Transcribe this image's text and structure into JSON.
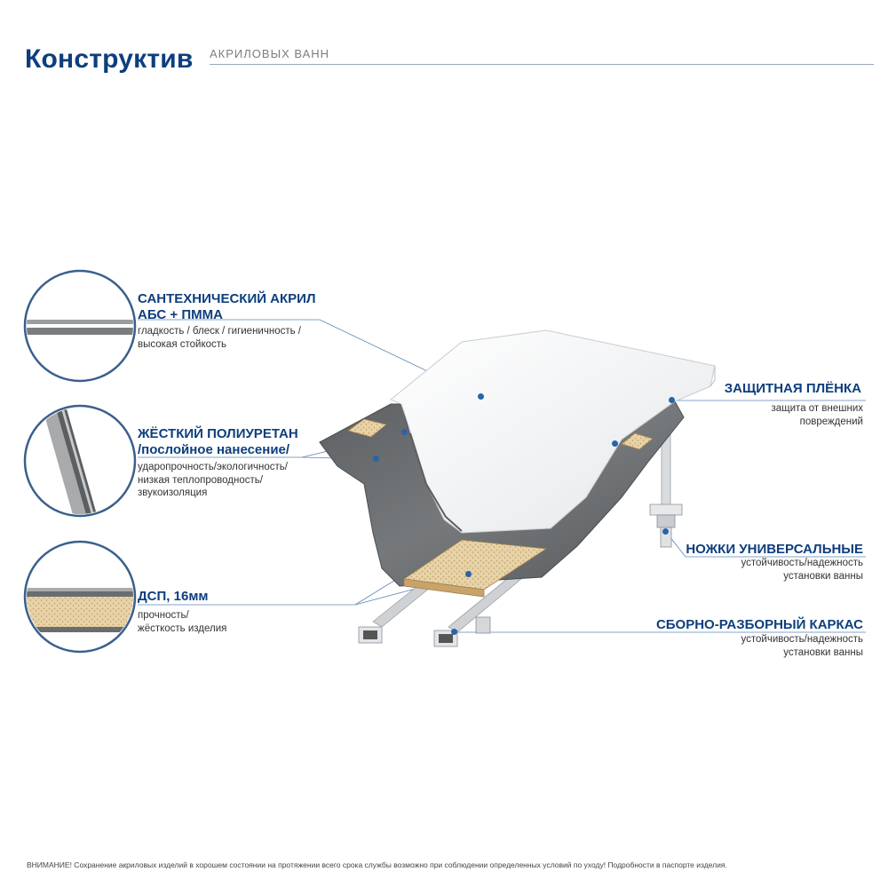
{
  "header": {
    "title": "Конструктив",
    "subtitle": "АКРИЛОВЫХ ВАНН"
  },
  "layers": [
    {
      "title_1": "САНТЕХНИЧЕСКИЙ АКРИЛ",
      "title_2": "АБС + ПММА",
      "desc_1": "гладкость / блеск / гигиеничность /",
      "desc_2": "высокая стойкость"
    },
    {
      "title_1": "ЖЁСТКИЙ ПОЛИУРЕТАН",
      "title_2": "/послойное нанесение/",
      "desc_1": "ударопрочность/экологичность/",
      "desc_2": "низкая теплопроводность/",
      "desc_3": "звукоизоляция"
    },
    {
      "title_1": "ДСП, 16мм",
      "desc_1": "прочность/",
      "desc_2": "жёсткость изделия"
    }
  ],
  "right": [
    {
      "title": "ЗАЩИТНАЯ ПЛЁНКА",
      "desc_1": "защита от внешних",
      "desc_2": "повреждений"
    },
    {
      "title": "НОЖКИ УНИВЕРСАЛЬНЫЕ",
      "desc_1": "устойчивость/надежность",
      "desc_2": "установки ванны"
    },
    {
      "title": "СБОРНО-РАЗБОРНЫЙ КАРКАС",
      "desc_1": "устойчивость/надежность",
      "desc_2": "установки ванны"
    }
  ],
  "footer": "ВНИМАНИЕ! Сохранение акриловых изделий в хорошем состоянии на протяжении всего срока службы возможно при соблюдении определенных условий по уходу! Подробности в паспорте изделия.",
  "colors": {
    "accent": "#0e3e7d",
    "dot": "#2a63a8",
    "polyurethane": "#6e7072",
    "chipboard": "#e8d3a8"
  }
}
